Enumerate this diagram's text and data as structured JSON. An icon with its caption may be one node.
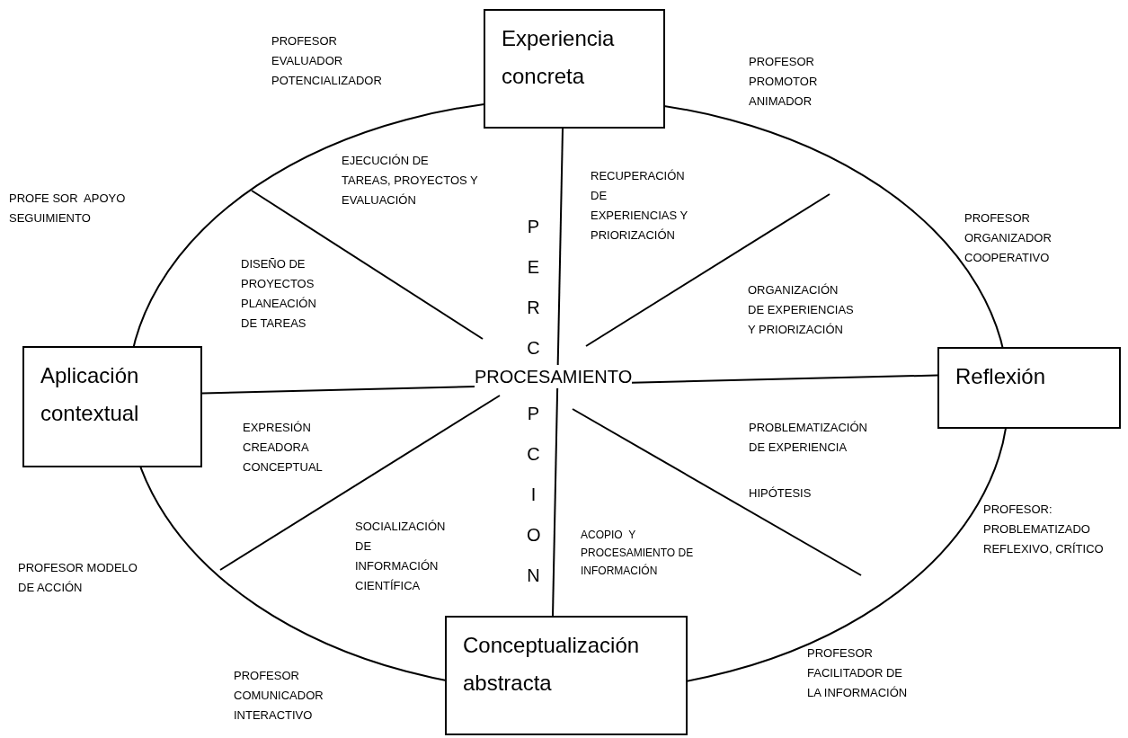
{
  "diagram": {
    "nodes": [
      {
        "text": [
          "Experiencia concreta"
        ]
      },
      {
        "text": [
          "Reflexión"
        ]
      },
      {
        "text": [
          "Conceptualización abstracta"
        ]
      },
      {
        "text": [
          "Aplicación contextual"
        ]
      }
    ],
    "edges": [
      {
        "from": 0,
        "to": 2,
        "arrow": "none"
      },
      {
        "from": 3,
        "to": 1,
        "arrow": "none"
      }
    ],
    "labels": [
      "PROFESOR EVALUADOR POTENCIALIZADOR",
      "PROFESOR PROMOTOR ANIMADOR",
      "EJECUCIÓN DE TAREAS, PROYECTOS Y EVALUACIÓN",
      "RECUPERACIÓN DE EXPERIENCIAS Y PRIORIZACIÓN",
      "PROFE SOR  APOYO SEGUIMIENTO",
      "PERC",
      "PROFESOR ORGANIZADOR COOPERATIVO",
      "DISEÑO DE PROYECTOS PLANEACIÓN DE TAREAS",
      "ORGANIZACIÓN DE EXPERIENCIAS Y PRIORIZACIÓN",
      "PROCESAMIENTO",
      "EXPRESIÓN CREADORA CONCEPTUAL",
      "PROBLEMATIZACIÓN DE EXPERIENCIA",
      "HIPÓTESIS",
      "PCION",
      "SOCIALIZACIÓN DE INFORMACIÓN CIENTÍFICA",
      "ACOPIO  Y PROCESAMIENTO DE INFORMACIÓN",
      "PROFESOR: PROBLEMATIZADO REFLEXIVO, CRÍTICO",
      "PROFESOR MODELO DE ACCIÓN",
      "PROFESOR FACILITADOR DE LA INFORMACIÓN",
      "PROFESOR COMUNICADOR INTERACTIVO"
    ]
  }
}
